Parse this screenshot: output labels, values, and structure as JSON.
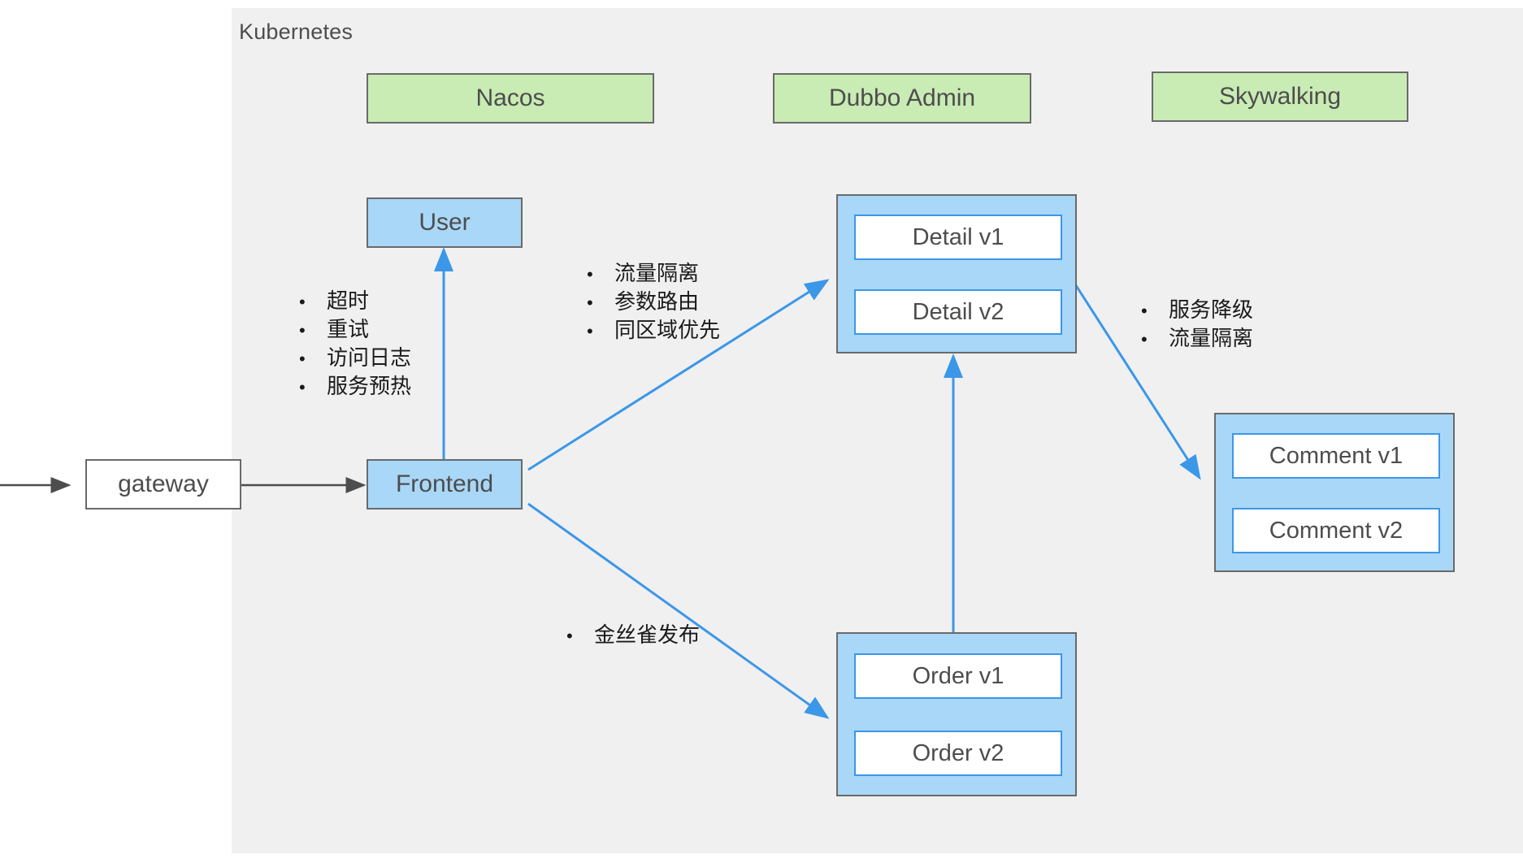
{
  "diagram": {
    "title": "Kubernetes",
    "colors": {
      "panel_bg": "#f0f0f0",
      "infra_box": "#c9ebb4",
      "service_box": "#a9d7f7",
      "inner_box": "#ffffff",
      "inner_border": "#3b97e8",
      "box_border": "#6a6a6a",
      "blue_arrow": "#3b97e8",
      "gray_arrow": "#4d4d4d",
      "text": "#4d4d4d"
    }
  },
  "infra": [
    {
      "label": "Nacos"
    },
    {
      "label": "Dubbo Admin"
    },
    {
      "label": "Skywalking"
    }
  ],
  "entry": {
    "gateway": "gateway"
  },
  "services": [
    {
      "label": "User"
    },
    {
      "label": "Frontend"
    }
  ],
  "groups": [
    {
      "name": "detail-group",
      "versions": [
        "Detail v1",
        "Detail v2"
      ]
    },
    {
      "name": "comment-group",
      "versions": [
        "Comment v1",
        "Comment v2"
      ]
    },
    {
      "name": "order-group",
      "versions": [
        "Order v1",
        "Order v2"
      ]
    }
  ],
  "notes": {
    "gateway_frontend": {
      "items": [
        "超时",
        "重试",
        "访问日志",
        "服务预热"
      ]
    },
    "frontend_detail": {
      "items": [
        "流量隔离",
        "参数路由",
        "同区域优先"
      ]
    },
    "detail_comment": {
      "items": [
        "服务降级",
        "流量隔离"
      ]
    },
    "frontend_order": {
      "items": [
        "金丝雀发布"
      ]
    }
  },
  "bullet_glyph": "•"
}
